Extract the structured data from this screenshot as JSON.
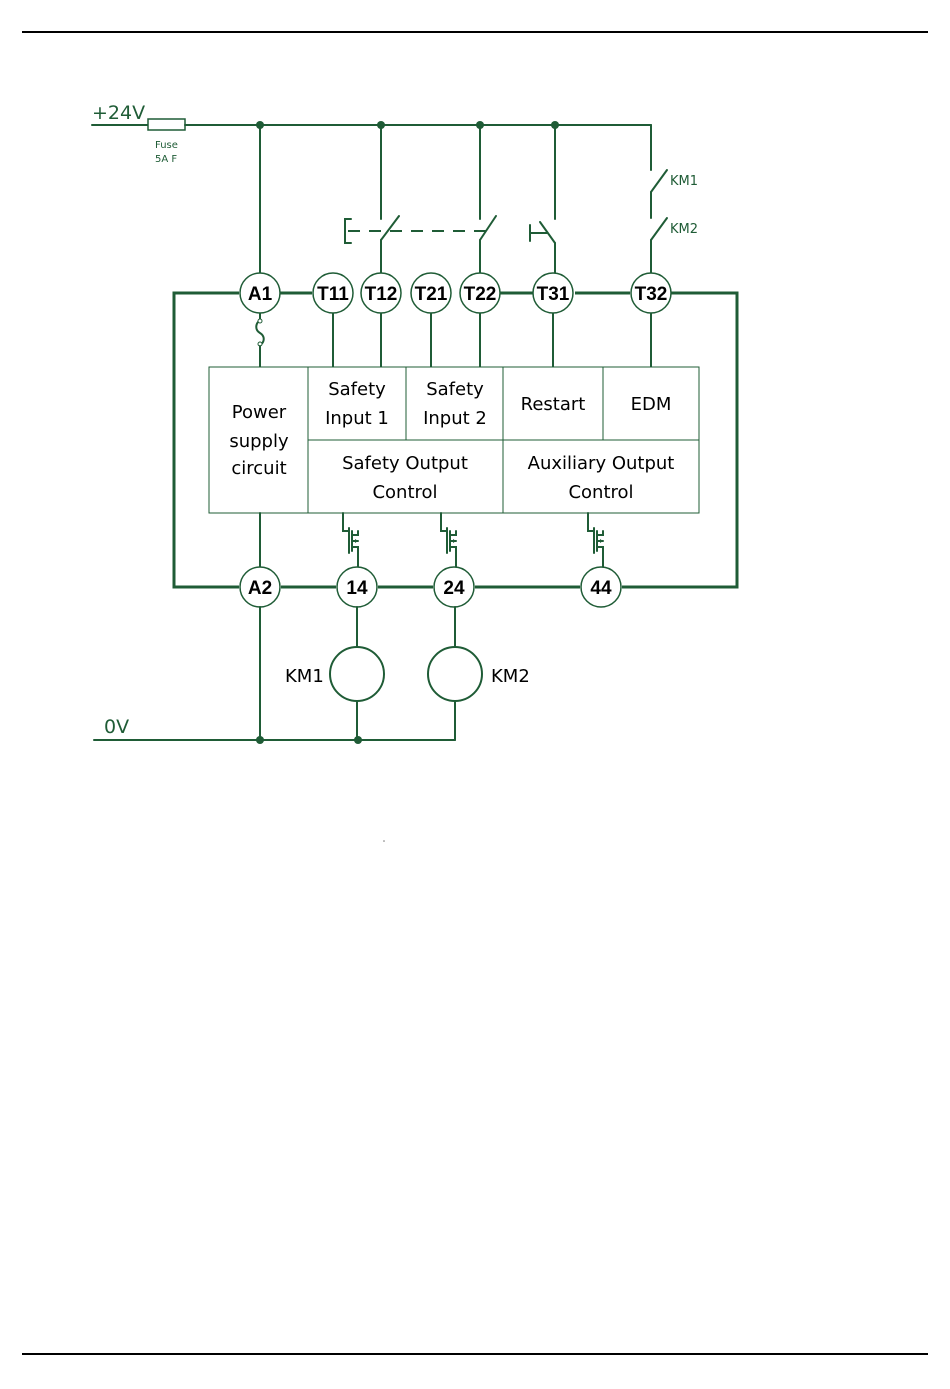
{
  "rails": {
    "positive": "+24V",
    "zero": "0V"
  },
  "fuse": {
    "line1": "Fuse",
    "line2": "5A F"
  },
  "contacts": {
    "km1": "KM1",
    "km2": "KM2"
  },
  "coils": {
    "km1": "KM1",
    "km2": "KM2"
  },
  "terminals": {
    "a1": "A1",
    "t11": "T11",
    "t12": "T12",
    "t21": "T21",
    "t22": "T22",
    "t31": "T31",
    "t32": "T32",
    "a2": "A2",
    "o14": "14",
    "o24": "24",
    "o44": "44"
  },
  "blocks": {
    "power": [
      "Power",
      "supply",
      "circuit"
    ],
    "safety1": [
      "Safety",
      "Input 1"
    ],
    "safety2": [
      "Safety",
      "Input 2"
    ],
    "restart": "Restart",
    "edm": "EDM",
    "safety_output": [
      "Safety Output",
      "Control"
    ],
    "aux_output": [
      "Auxiliary Output",
      "Control"
    ]
  },
  "colors": {
    "wire": "#1f5c36",
    "text": "#000000",
    "rule": "#000000"
  }
}
